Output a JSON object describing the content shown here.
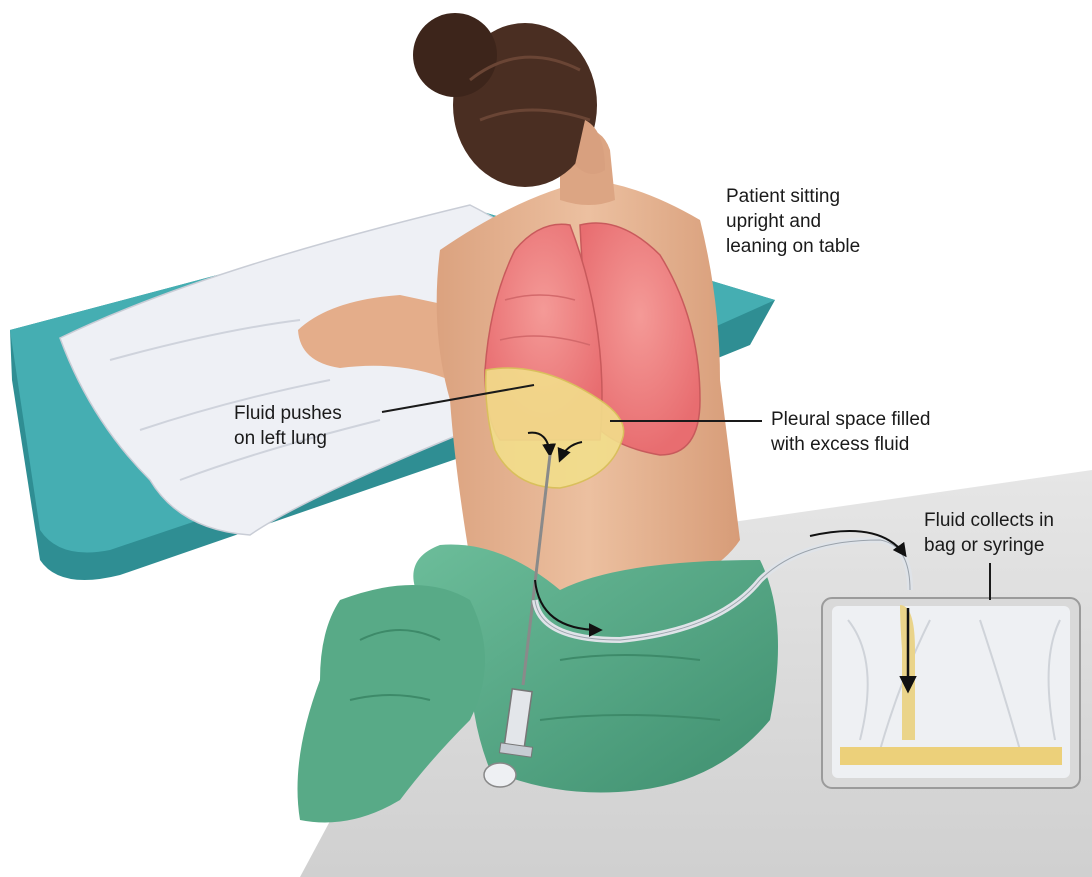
{
  "labels": {
    "patient_position": {
      "lines": [
        "Patient sitting",
        "upright and",
        "leaning on table"
      ]
    },
    "fluid_pushes": {
      "lines": [
        "Fluid pushes",
        "on left lung"
      ]
    },
    "pleural_space": {
      "lines": [
        "Pleural space filled",
        "with excess fluid"
      ]
    },
    "fluid_collects": {
      "lines": [
        "Fluid collects in",
        "bag or syringe"
      ]
    }
  },
  "colors": {
    "table_teal": "#3a9ea3",
    "pillow_white": "#eef0f4",
    "skin": "#e6b391",
    "hair": "#4a2e22",
    "lung_pink": "#ee8081",
    "fluid_yellow": "#f1dd8a",
    "pants_green": "#5fb08e",
    "bag_tray": "#d9d9d9",
    "leader_line": "#1a1a1a"
  }
}
